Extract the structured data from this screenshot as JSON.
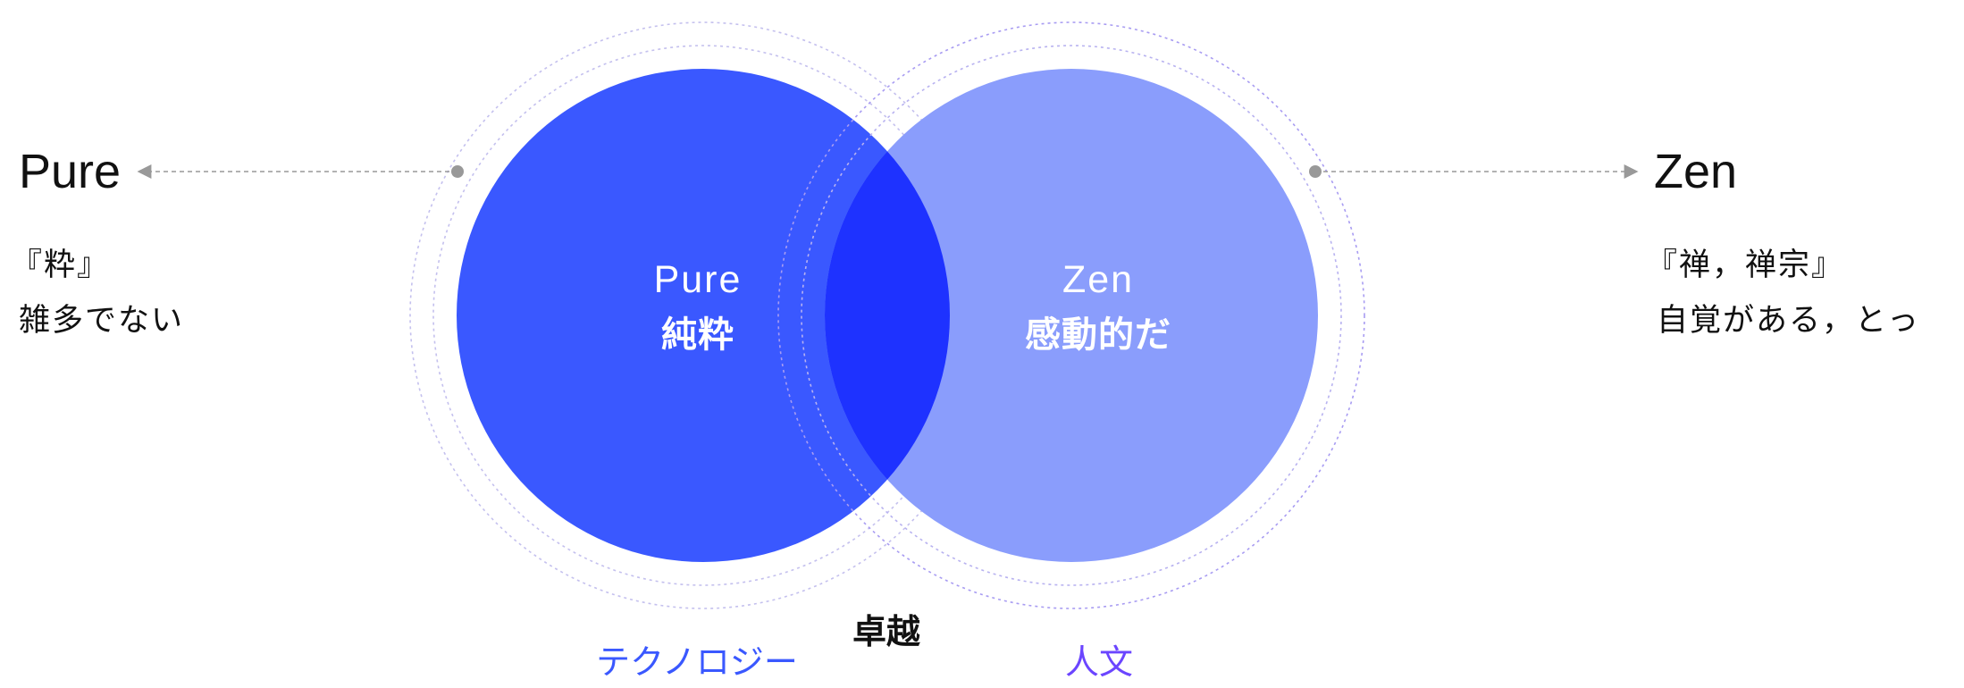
{
  "colors": {
    "left_circle": "#3a58ff",
    "right_circle": "#8a9dfc",
    "overlap": "#1e32ff",
    "technology_label": "#3a58ff",
    "humanities_label": "#6b45ff",
    "ring_dotted": "#b8b2f0",
    "connector": "#999999"
  },
  "left": {
    "heading": "Pure",
    "desc_line1": "『粋』",
    "desc_line2": "雑多でない",
    "circle_en": "Pure",
    "circle_jp": "純粋"
  },
  "right": {
    "heading": "Zen",
    "desc_line1": "『禅，禅宗』",
    "desc_line2": "自覚がある，とっ",
    "circle_en": "Zen",
    "circle_jp": "感動的だ"
  },
  "center": {
    "overlap_label": "卓越"
  },
  "bottom": {
    "technology": "テクノロジー",
    "humanities": "人文"
  }
}
